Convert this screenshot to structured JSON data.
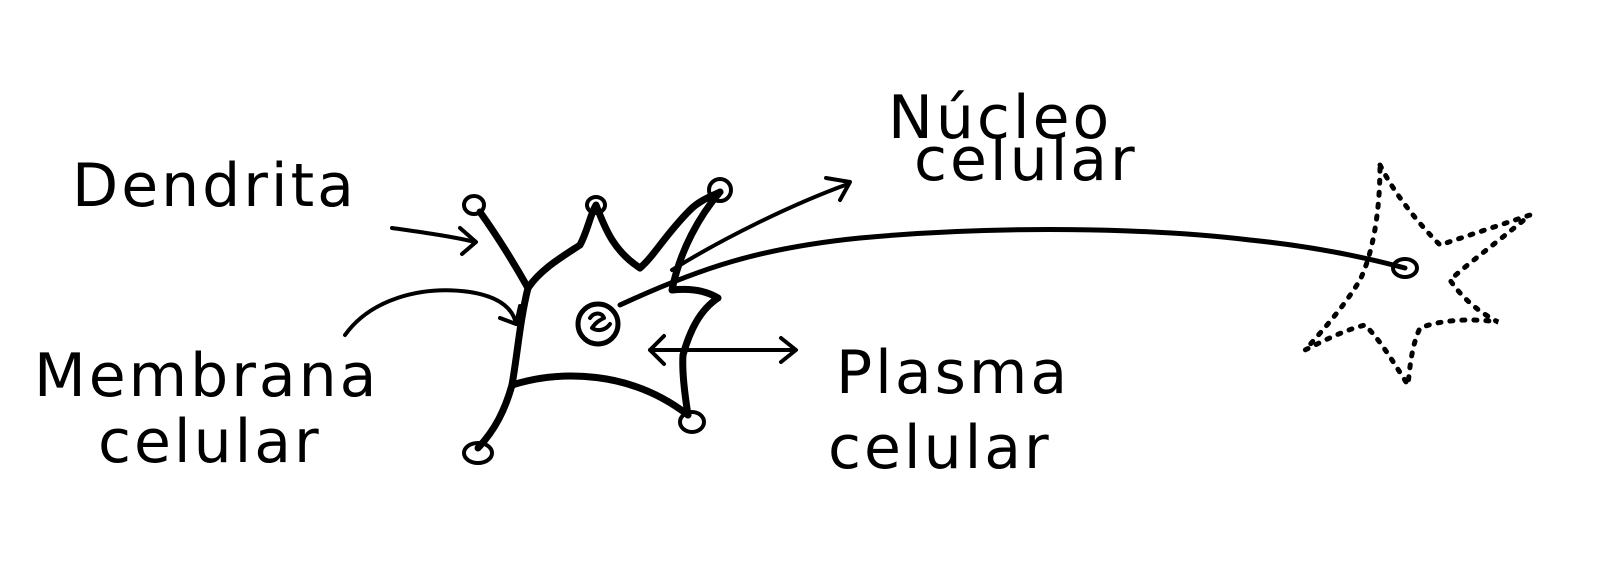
{
  "diagram": {
    "colors": {
      "ink": "#000000",
      "background": "#ffffff"
    },
    "labels": {
      "dendrite": "Dendrita",
      "nucleus_line1": "Núcleo",
      "nucleus_line2": "celular",
      "membrane_line1": "Membrana",
      "membrane_line2": "celular",
      "plasma_line1": "Plasma",
      "plasma_line2": "celular"
    }
  }
}
